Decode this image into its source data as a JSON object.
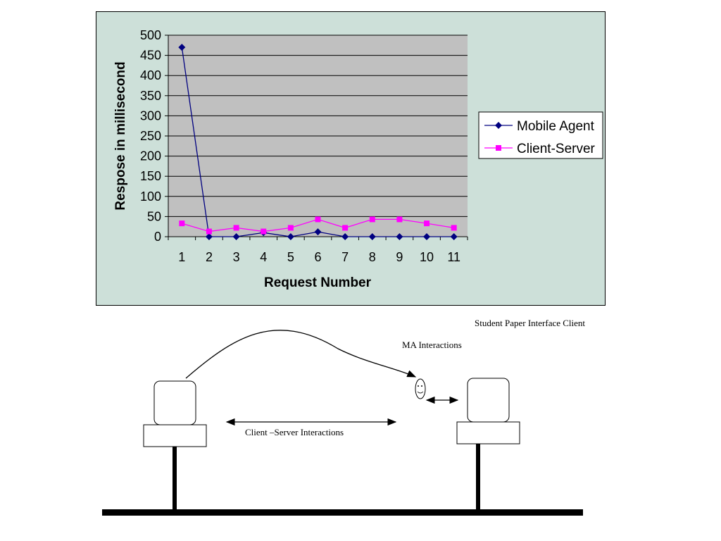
{
  "chart_data": {
    "type": "line",
    "title": "",
    "xlabel": "Request Number",
    "ylabel": "Respose in millisecond",
    "categories": [
      "1",
      "2",
      "3",
      "4",
      "5",
      "6",
      "7",
      "8",
      "9",
      "10",
      "11"
    ],
    "ylim": [
      0,
      500
    ],
    "yticks": [
      "0",
      "50",
      "100",
      "150",
      "200",
      "250",
      "300",
      "350",
      "400",
      "450",
      "500"
    ],
    "grid": true,
    "legend_position": "right",
    "series": [
      {
        "name": "Mobile Agent",
        "color": "#000080",
        "marker": "diamond",
        "values": [
          470,
          0,
          0,
          10,
          0,
          12,
          0,
          0,
          0,
          0,
          0
        ]
      },
      {
        "name": "Client-Server",
        "color": "#ff00ff",
        "marker": "square",
        "values": [
          33,
          13,
          22,
          13,
          22,
          43,
          22,
          43,
          43,
          33,
          22
        ]
      }
    ],
    "plot_background": "#c0c0c0",
    "panel_background": "#cde0d9"
  },
  "diagram": {
    "student_label": "Student Paper Interface Client",
    "ma_label": "MA Interactions",
    "cs_label": "Client –Server Interactions"
  }
}
